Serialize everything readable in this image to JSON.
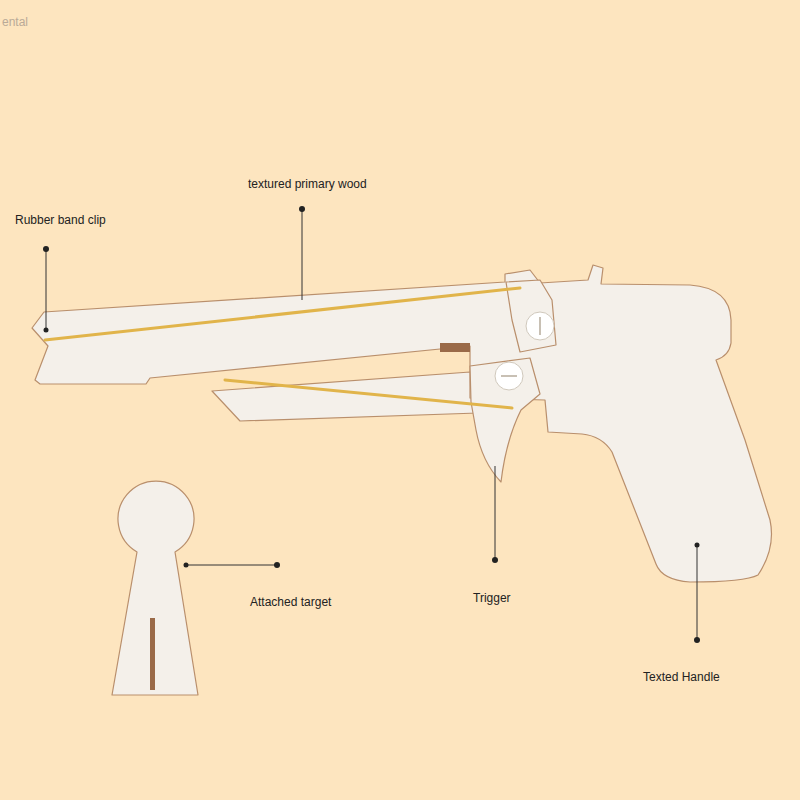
{
  "diagram": {
    "labels": [
      "ental",
      "textured primary wood",
      "Rubber band clip",
      "Trigger",
      "Attached target",
      "Texted Handle"
    ]
  }
}
